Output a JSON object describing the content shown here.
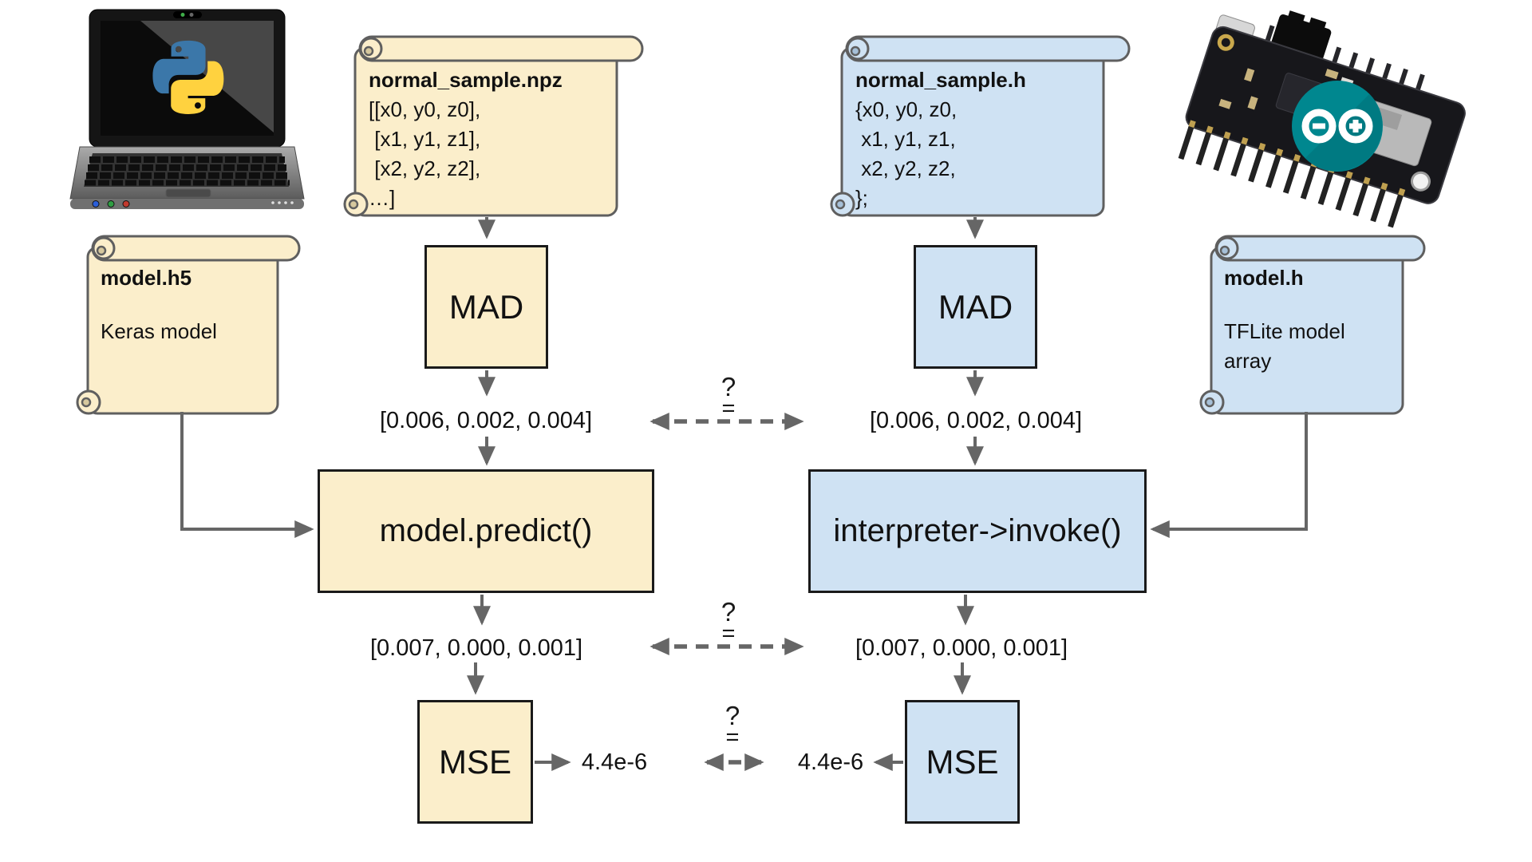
{
  "pipelines": {
    "keras": {
      "device_icon": "python-laptop",
      "data_note": {
        "title": "normal_sample.npz",
        "lines": [
          "[[x0, y0, z0],",
          " [x1, y1, z1],",
          " [x2, y2, z2],",
          "…]"
        ]
      },
      "model_note": {
        "title": "model.h5",
        "lines": [
          "Keras model"
        ]
      },
      "mad_box": "MAD",
      "mad_output": "[0.006, 0.002, 0.004]",
      "inference_box": "model.predict()",
      "inference_output": "[0.007, 0.000, 0.001]",
      "mse_box": "MSE",
      "mse_output": "4.4e-6"
    },
    "tflite": {
      "device_icon": "arduino-board",
      "data_note": {
        "title": "normal_sample.h",
        "lines": [
          "{x0, y0, z0,",
          " x1, y1, z1,",
          " x2, y2, z2,",
          "};"
        ]
      },
      "model_note": {
        "title": "model.h",
        "lines": [
          "TFLite model",
          "array"
        ]
      },
      "mad_box": "MAD",
      "mad_output": "[0.006, 0.002, 0.004]",
      "inference_box": "interpreter->invoke()",
      "inference_output": "[0.007, 0.000, 0.001]",
      "mse_box": "MSE",
      "mse_output": "4.4e-6"
    }
  },
  "comparisons": [
    {
      "mark": "?",
      "eq": "="
    },
    {
      "mark": "?",
      "eq": "="
    },
    {
      "mark": "?",
      "eq": "="
    }
  ],
  "colors": {
    "note_yellow": "#FBEECB",
    "note_blue": "#CFE2F3",
    "outline_gray": "#5F5F5F",
    "box_border": "#1A1A1A",
    "arrow_gray": "#666666",
    "python_blue": "#3B77A9",
    "python_yellow": "#FFD23F",
    "arduino_teal": "#00878F"
  }
}
